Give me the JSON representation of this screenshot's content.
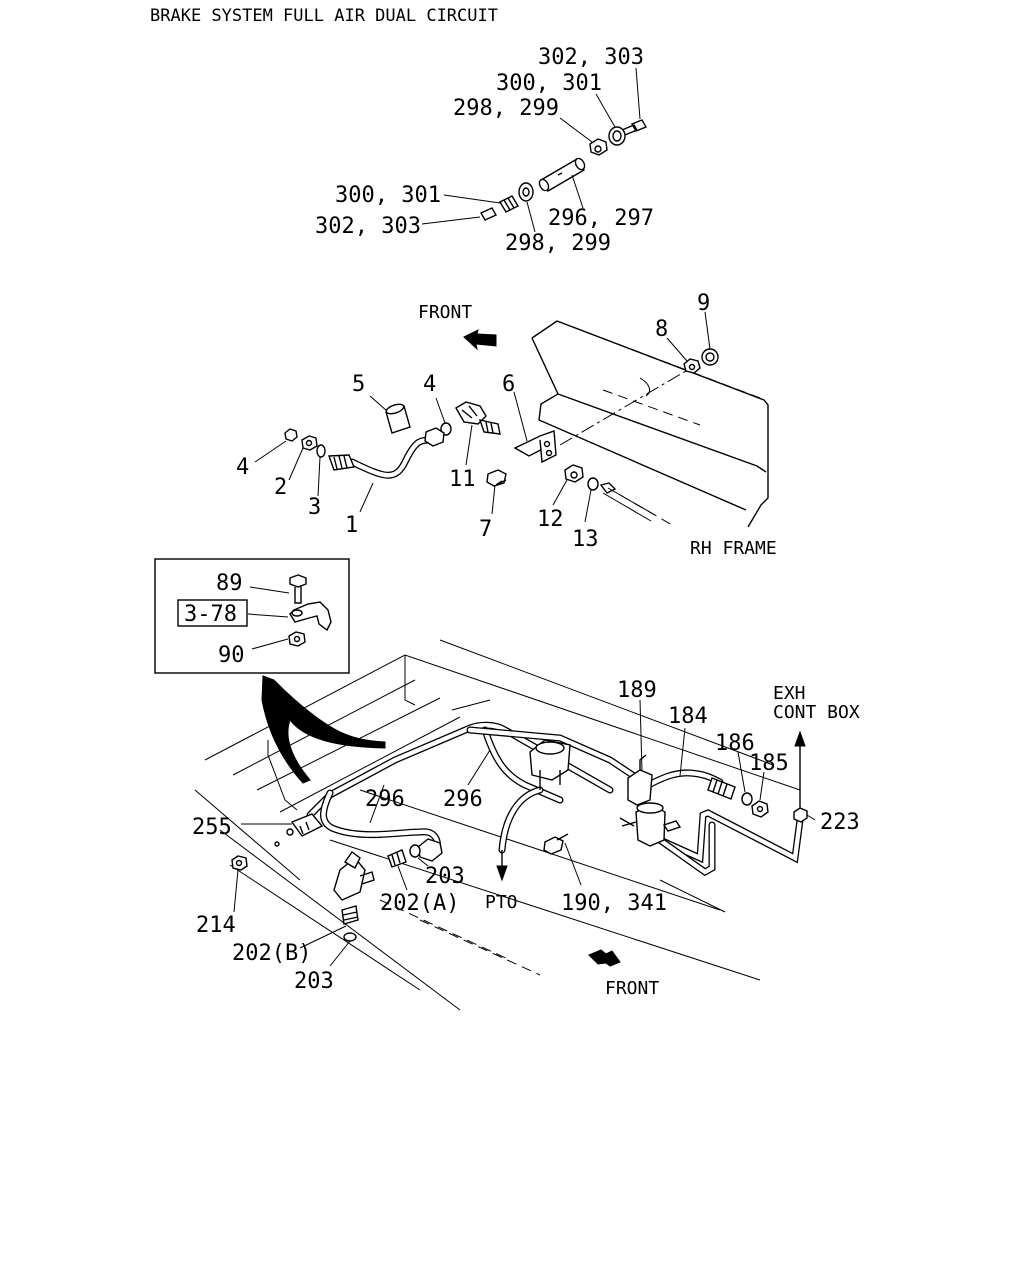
{
  "title": "BRAKE SYSTEM FULL AIR DUAL CIRCUIT",
  "labels": {
    "l302_303_top": "302, 303",
    "l300_301_top": "300, 301",
    "l298_299_top": "298, 299",
    "l300_301_left": "300, 301",
    "l302_303_left": "302, 303",
    "l296_297": "296, 297",
    "l298_299_bottom": "298, 299",
    "front_top": "FRONT",
    "l9": "9",
    "l8": "8",
    "l5": "5",
    "l4a": "4",
    "l6": "6",
    "l4b": "4",
    "l2": "2",
    "l3": "3",
    "l1": "1",
    "l11": "11",
    "l7": "7",
    "l12": "12",
    "l13": "13",
    "rh_frame": "RH FRAME",
    "l89": "89",
    "l3_78": "3-78",
    "l90": "90",
    "l189": "189",
    "l184": "184",
    "exh": "EXH",
    "cont_box": "CONT BOX",
    "l186": "186",
    "l185": "185",
    "l223": "223",
    "l296a": "296",
    "l296b": "296",
    "l255": "255",
    "l203a": "203",
    "l202a": "202(A)",
    "pto": "PTO",
    "l190_341": "190, 341",
    "l214": "214",
    "l202b": "202(B)",
    "l203b": "203",
    "front_bottom": "FRONT"
  }
}
